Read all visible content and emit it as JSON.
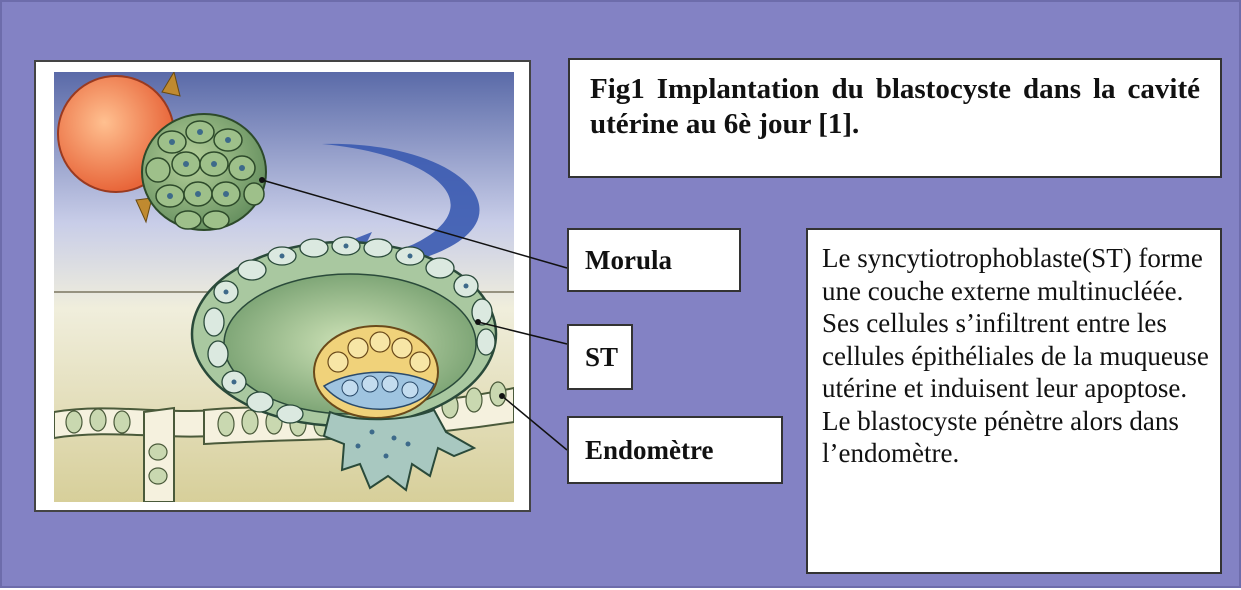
{
  "caption": "Fig1 Implantation du blastocyste dans la cavité utérine au 6è jour [1].",
  "labels": {
    "morula": "Morula",
    "st": "ST",
    "endometre": "Endomètre"
  },
  "description": "Le syncytiotrophoblaste(ST) forme une couche externe multinucléée. Ses cellules s’infiltrent entre les cellules épithéliales de la muqueuse utérine et induisent leur apoptose. Le blastocyste pénètre alors dans l’endomètre.",
  "colors": {
    "background": "#8382c4",
    "morula": "#8fb07a",
    "blastocyst_wall": "#a8c8a0",
    "inner_cell_mass": "#f0d27a",
    "hypoblast": "#9fc4e0",
    "arrow": "#3a5ab0",
    "endometrium": "#d8cfa0"
  }
}
